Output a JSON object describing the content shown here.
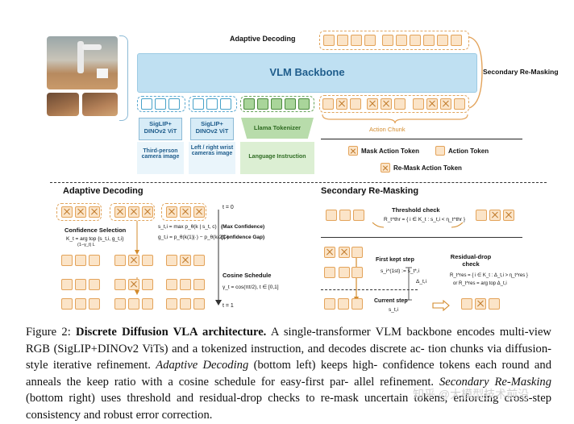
{
  "top": {
    "adaptive_decoding": "Adaptive Decoding",
    "backbone": "VLM Backbone",
    "secondary_remasking": "Secondary Re-Masking",
    "action_chunk": "Action Chunk",
    "encoders": [
      {
        "name": "SigLIP+ DINOv2 ViT",
        "input": "Third-person camera image"
      },
      {
        "name": "SigLIP+ DINOv2 ViT",
        "input": "Left / right wrist cameras image"
      },
      {
        "name": "Llama Tokenizer",
        "input": "Language Instruction"
      }
    ],
    "legend": {
      "mask": "Mask Action Token",
      "action": "Action Token",
      "remask": "Re-Mask Action Token"
    }
  },
  "bottom_left": {
    "title": "Adaptive Decoding",
    "t0": "t = 0",
    "t1": "t = 1",
    "confidence_selection": "Confidence Selection",
    "kt_formula": "K_t = arg top {s_t,i, g_t,i}",
    "kt_sub": "(1−γ_t) L",
    "max_conf_formula": "s_t,i = max p_θ(k | s_t, c)",
    "max_conf_label": "(Max Confidence)",
    "gap_formula": "g_t,i = p_θ(k(1)|·) − p_θ(k(2)|·)",
    "gap_label": "(Confidence Gap)",
    "cosine": "Cosine Schedule",
    "cosine_formula": "γ_t = cos(πt/2), t ∈ [0,1]"
  },
  "bottom_right": {
    "title": "Secondary Re-Masking",
    "threshold": "Threshold check",
    "threshold_formula": "R_t^thr = { i ∈ K_t : s_t,i < η_t^thr }",
    "first_kept": "First kept step",
    "first_kept_formula": "s_i^(1st) := s_t*,i",
    "delta": "Δ_t,i",
    "residual": "Residual-drop check",
    "residual_formula": "R_t^res = { i ∈ K_t : Δ_t,i > η_t^res }",
    "residual_or": "or  R_t^res = arg top Δ_t,i",
    "current": "Current step",
    "current_formula": "s_t,i"
  },
  "caption": {
    "label": "Figure 2:",
    "title": "Discrete Diffusion VLA architecture.",
    "line1_rest": "A single-transformer VLM backbone encodes",
    "line2": "multi-view RGB (SigLIP+DINOv2 ViTs) and a tokenized instruction, and decodes discrete ac-",
    "line3": "tion chunks via diffusion-style iterative refinement.",
    "ad_term": "Adaptive Decoding",
    "line3_rest": "(bottom left) keeps high-",
    "line4": "confidence tokens each round and anneals the keep ratio with a cosine schedule for easy-first par-",
    "line5_a": "allel refinement.",
    "srm_term": "Secondary Re-Masking",
    "line5_b": "(bottom right) uses threshold and residual-drop checks to",
    "line6": "re-mask uncertain tokens, enforcing cross-step consistency and robust error correction."
  },
  "watermark": "知乎 @大模型技术前沿",
  "colors": {
    "backbone_fill": "#bfe0f2",
    "mask_token_border": "#e3a35a",
    "mask_token_fill": "#fbe4c8",
    "vision_border": "#47a2c9",
    "language_fill": "#a9d59a",
    "action_chunk_text": "#d38b2c"
  }
}
